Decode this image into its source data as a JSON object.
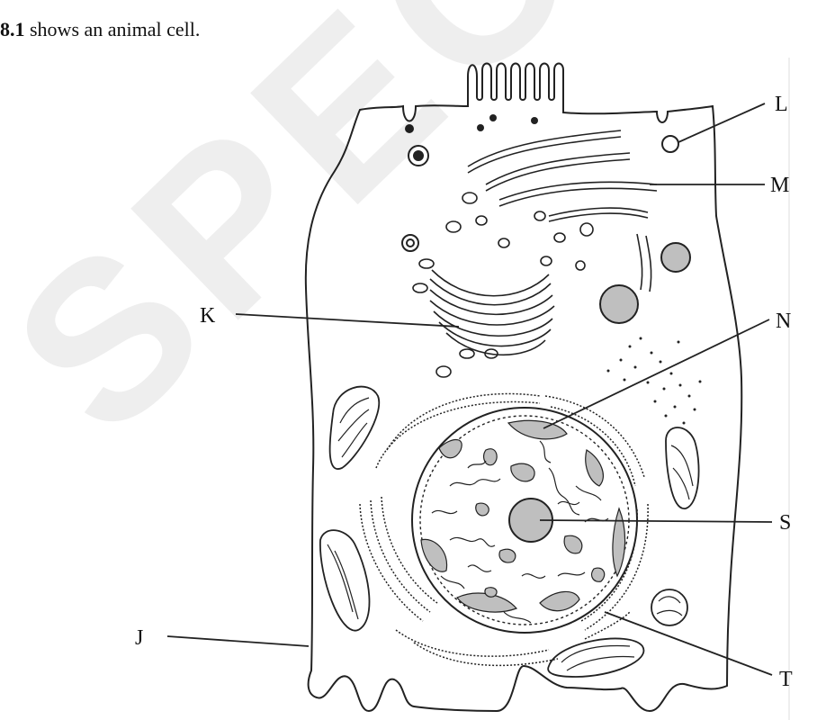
{
  "caption": {
    "figure_number": "8.1",
    "text": " shows an animal cell."
  },
  "labels": {
    "L": "L",
    "M": "M",
    "K": "K",
    "N": "N",
    "S": "S",
    "J": "J",
    "T": "T"
  },
  "watermark": "SPECIMEN",
  "colors": {
    "line": "#222222",
    "fill": "#bfbfbf",
    "background": "#ffffff"
  }
}
